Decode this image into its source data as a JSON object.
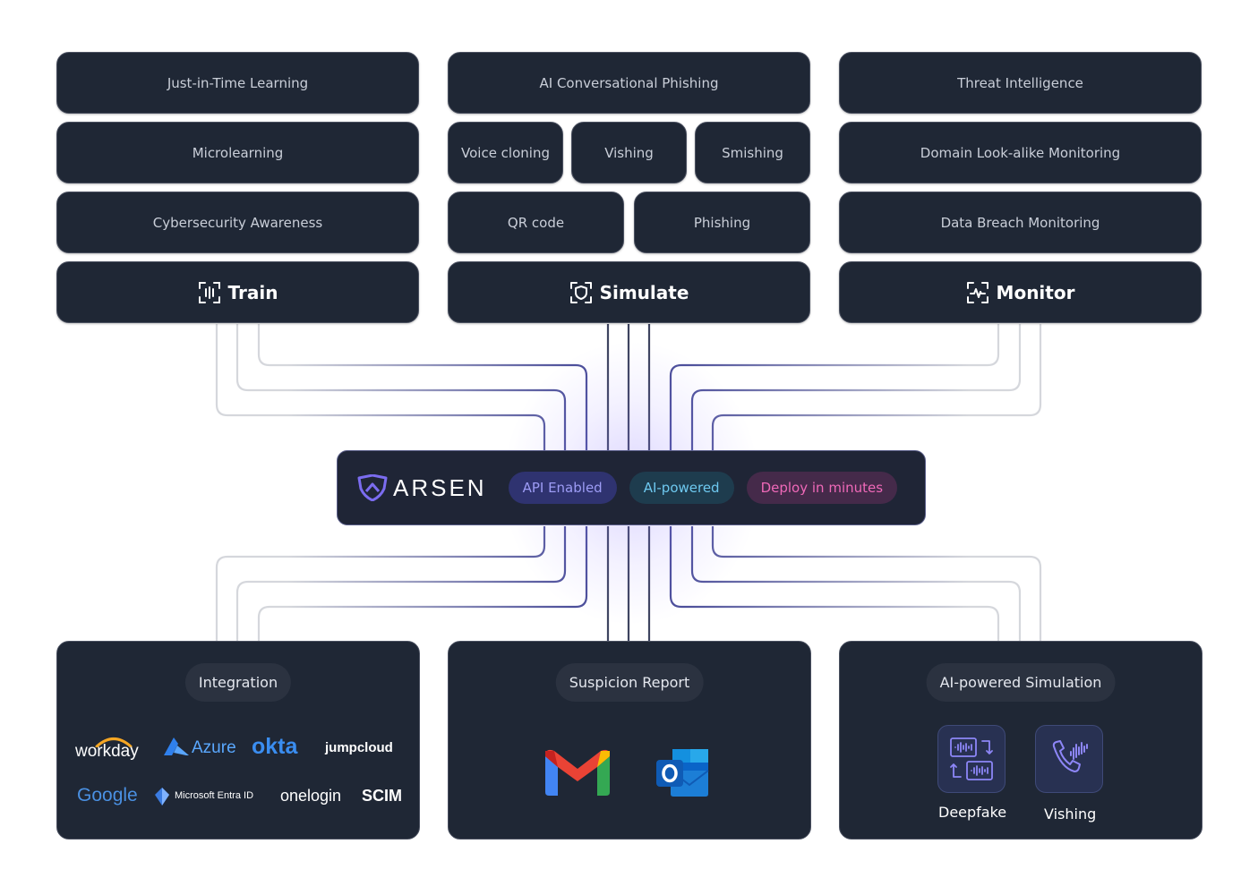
{
  "train": {
    "items": [
      "Just-in-Time Learning",
      "Microlearning",
      "Cybersecurity Awareness"
    ],
    "label": "Train",
    "icon": "train-icon"
  },
  "simulate": {
    "top": "AI Conversational Phishing",
    "row2": [
      "Voice cloning",
      "Vishing",
      "Smishing"
    ],
    "row3": [
      "QR code",
      "Phishing"
    ],
    "label": "Simulate",
    "icon": "shield-scan-icon"
  },
  "monitor": {
    "items": [
      "Threat Intelligence",
      "Domain Look-alike Monitoring",
      "Data Breach Monitoring"
    ],
    "label": "Monitor",
    "icon": "pulse-scan-icon"
  },
  "core": {
    "brand": "ARSEN",
    "pills": [
      "API Enabled",
      "AI-powered",
      "Deploy in minutes"
    ],
    "colors": {
      "api": "#9d9cf5",
      "ai": "#6ec8ef",
      "deploy": "#ef69b8"
    }
  },
  "integration": {
    "title": "Integration",
    "logos": [
      "workday",
      "Azure",
      "okta",
      "jumpcloud",
      "Google",
      "Microsoft Entra ID",
      "onelogin",
      "SCIM"
    ]
  },
  "suspicion": {
    "title": "Suspicion Report",
    "icons": [
      "gmail-icon",
      "outlook-icon"
    ]
  },
  "ai_sim": {
    "title": "AI-powered Simulation",
    "items": [
      "Deepfake",
      "Vishing"
    ]
  }
}
